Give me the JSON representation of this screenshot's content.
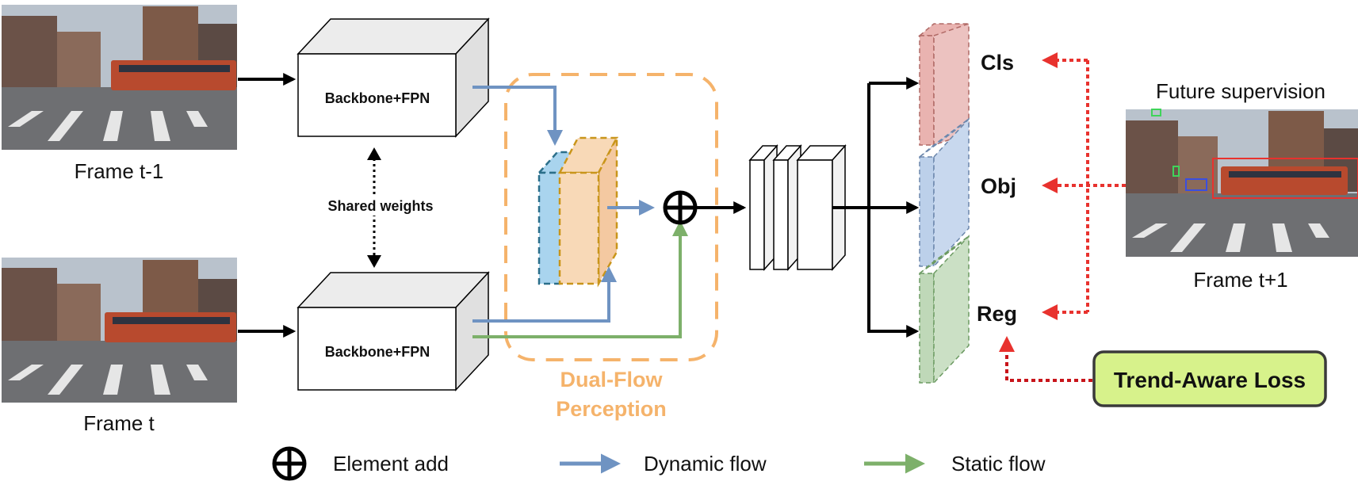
{
  "frames": {
    "prev": {
      "label": "Frame t-1"
    },
    "curr": {
      "label": "Frame t"
    },
    "future": {
      "label": "Frame t+1",
      "heading": "Future supervision"
    }
  },
  "backbone": {
    "top_label": "Backbone+FPN",
    "bottom_label": "Backbone+FPN",
    "shared": "Shared weights"
  },
  "dfp": {
    "label_line1": "Dual-Flow",
    "label_line2": "Perception",
    "color": "#f5b36b"
  },
  "heads": {
    "cls": "Cls",
    "obj": "Obj",
    "reg": "Reg"
  },
  "loss": {
    "label": "Trend-Aware Loss",
    "color": "#d7f28b"
  },
  "legend": {
    "add": "Element add",
    "dynamic": "Dynamic flow",
    "static": "Static flow"
  },
  "colors": {
    "dynamic": "#6f93c2",
    "static": "#7db06a",
    "supervision": "#e8322e"
  }
}
